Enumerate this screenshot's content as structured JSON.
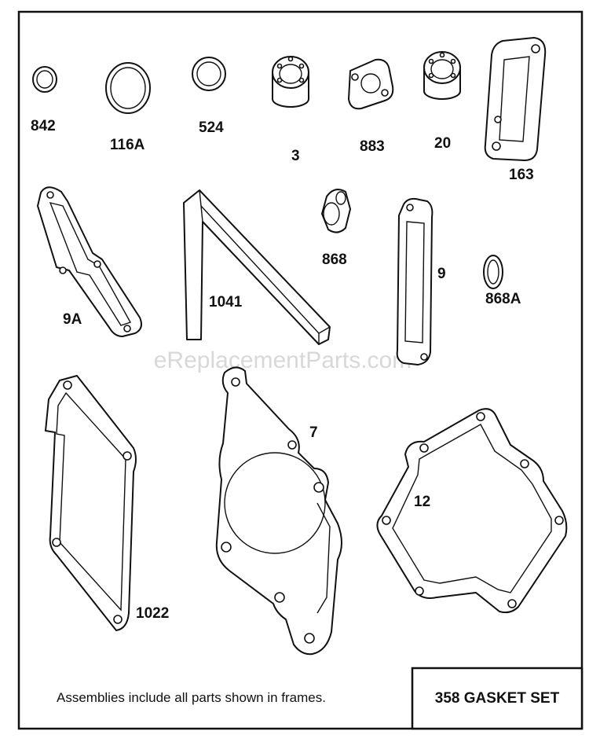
{
  "watermark": "eReplacementParts.com",
  "footer_note": "Assemblies include all parts shown in frames.",
  "kit_title": "358 GASKET SET",
  "labels": {
    "p842": "842",
    "p116A": "116A",
    "p524": "524",
    "p3": "3",
    "p883": "883",
    "p20": "20",
    "p163": "163",
    "p9A": "9A",
    "p1041": "1041",
    "p868": "868",
    "p9": "9",
    "p868A": "868A",
    "p1022": "1022",
    "p7": "7",
    "p12": "12"
  }
}
